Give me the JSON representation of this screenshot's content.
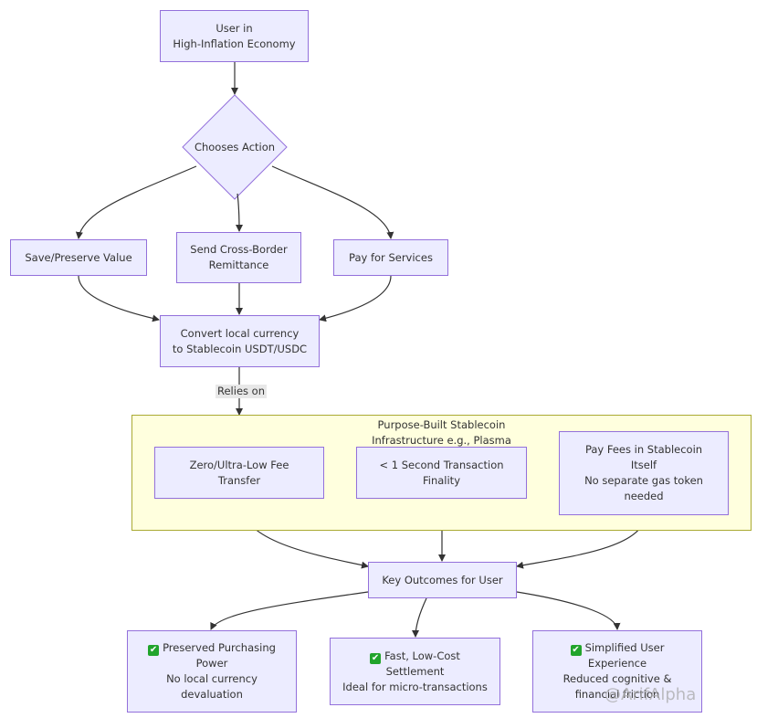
{
  "nodes": {
    "user": {
      "line1": "User in",
      "line2": "High-Inflation Economy"
    },
    "decision": {
      "label": "Chooses Action"
    },
    "save": {
      "label": "Save/Preserve Value"
    },
    "send": {
      "line1": "Send Cross-Border",
      "line2": "Remittance"
    },
    "pay": {
      "label": "Pay for Services"
    },
    "convert": {
      "line1": "Convert local currency",
      "line2": "to Stablecoin USDT/USDC"
    },
    "zerofee": {
      "line1": "Zero/Ultra-Low Fee",
      "line2": "Transfer"
    },
    "finality": {
      "line1": "< 1 Second Transaction",
      "line2": "Finality"
    },
    "feesstable": {
      "line1": "Pay Fees in Stablecoin",
      "line2": "Itself",
      "line3": "No separate gas token",
      "line4": "needed"
    },
    "outcomes": {
      "label": "Key Outcomes for User"
    },
    "preserved": {
      "line1": "Preserved Purchasing",
      "line2": "Power",
      "line3": "No local currency",
      "line4": "devaluation"
    },
    "fast": {
      "line1": "Fast, Low-Cost",
      "line2": "Settlement",
      "line3": "Ideal for micro-transactions"
    },
    "simplified": {
      "line1": "Simplified User",
      "line2": "Experience",
      "line3": "Reduced cognitive &",
      "line4": "financial friction"
    }
  },
  "cluster": {
    "line1": "Purpose-Built Stablecoin",
    "line2": "Infrastructure e.g., Plasma"
  },
  "edge_labels": {
    "relies_on": "Relies on"
  },
  "check_icon": "✔",
  "watermark": "@ArifAlpha",
  "colors": {
    "node_fill": "#ececff",
    "node_border": "#9370db",
    "cluster_fill": "#ffffde",
    "cluster_border": "#aaaa33",
    "edge": "#333333",
    "check_green": "#21a42c"
  }
}
